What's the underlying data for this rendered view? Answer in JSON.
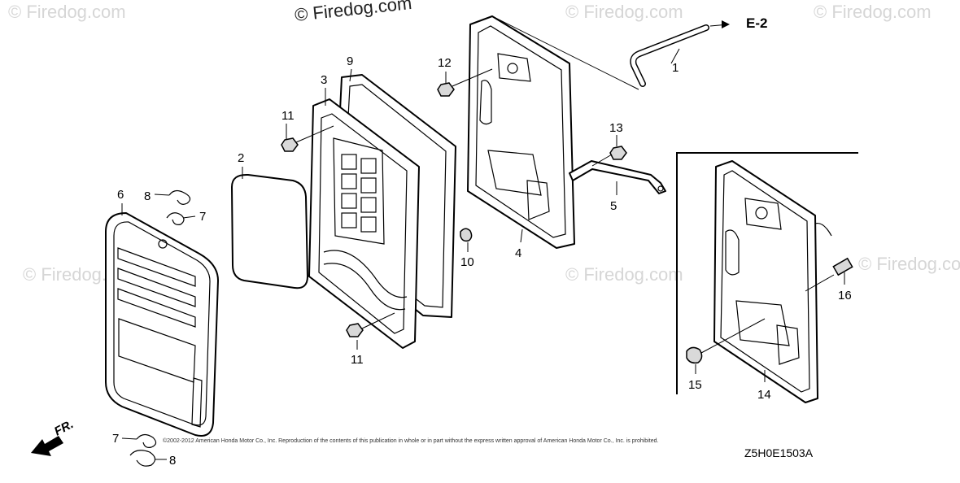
{
  "watermarks": {
    "top_center": "© Firedog.com",
    "faint": [
      "© Firedog.com",
      "© Firedog.com",
      "© Firedog.com",
      "© Firedog.com",
      "© Firedog.com",
      "© Firedog.co"
    ]
  },
  "reference": {
    "label": "E-2"
  },
  "front_marker": {
    "label": "FR."
  },
  "callouts": {
    "c1": "1",
    "c2": "2",
    "c3": "3",
    "c4": "4",
    "c5": "5",
    "c6": "6",
    "c7a": "7",
    "c7b": "7",
    "c8a": "8",
    "c8b": "8",
    "c9": "9",
    "c10": "10",
    "c11a": "11",
    "c11b": "11",
    "c12": "12",
    "c13": "13",
    "c14": "14",
    "c15": "15",
    "c16": "16"
  },
  "footer": {
    "copyright": "©2002-2012 American Honda Motor Co., Inc. Reproduction of the contents of this publication in whole or in part without the express written approval of American Honda Motor Co., Inc. is prohibited.",
    "diagram_code": "Z5H0E1503A"
  },
  "colors": {
    "line": "#000000",
    "background": "#ffffff",
    "watermark": "#d6d6d6"
  }
}
